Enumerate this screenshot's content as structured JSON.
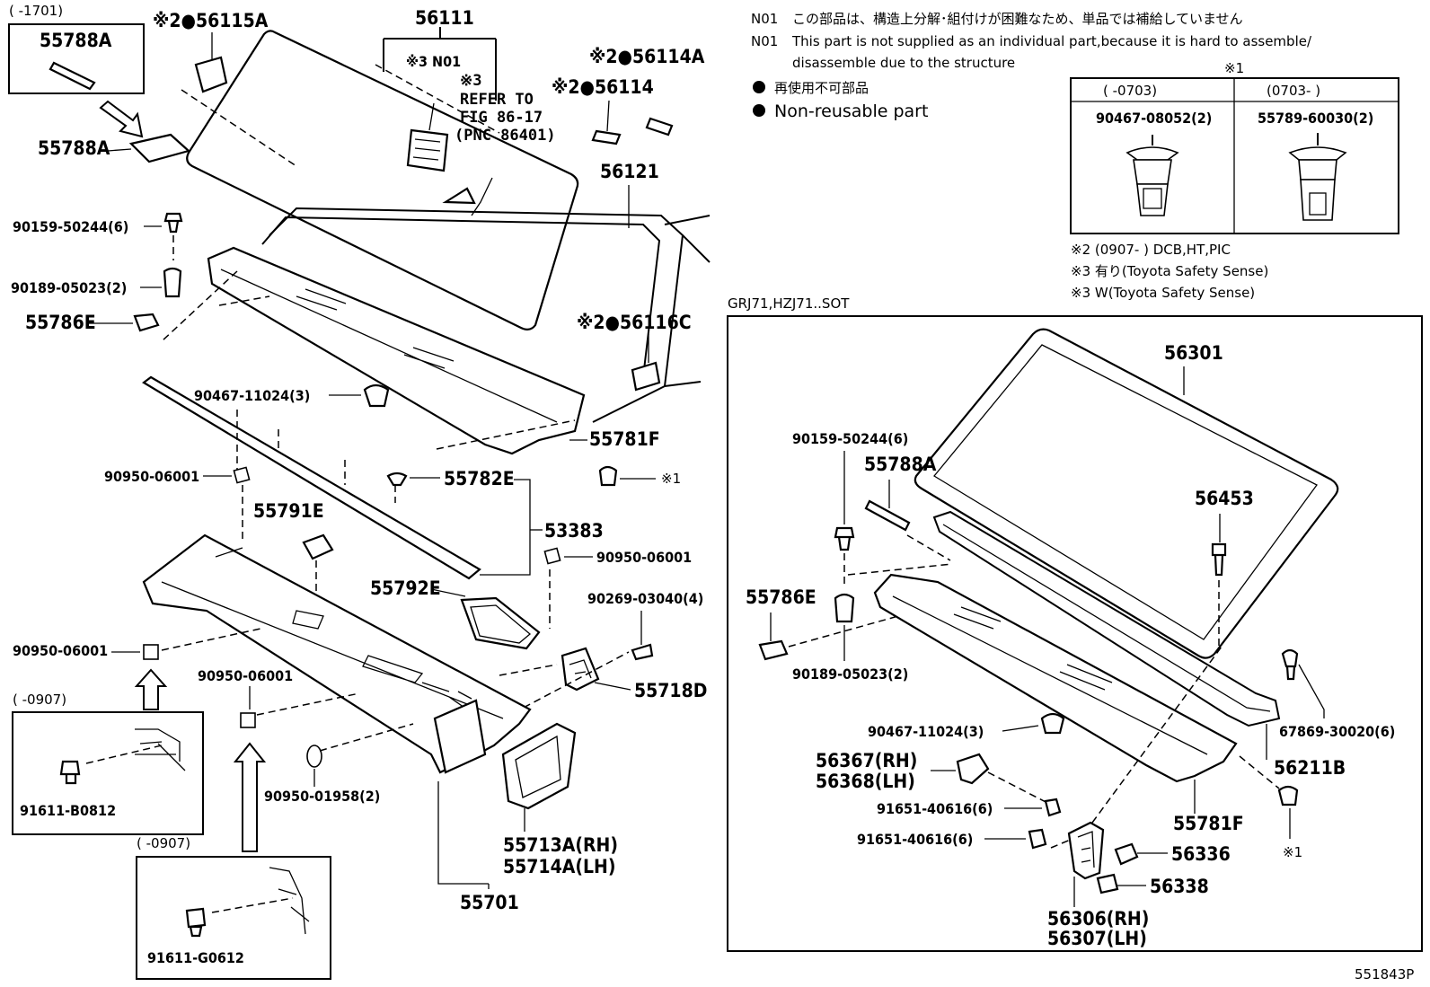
{
  "figure_code": "551843P",
  "notes": {
    "n01_code": "N01",
    "n01_jp": "この部品は、構造上分解･組付けが困難なため、単品では補給していません",
    "n01_en_1": "This part is not supplied as an individual part,because it is hard to assemble/",
    "n01_en_2": "disassemble due to the structure",
    "nonreusable_jp": "再使用不可部品",
    "nonreusable_en": "Non-reusable part",
    "note2": "※2 (0907-      ) DCB,HT,PIC",
    "note3a": "※3 有り(Toyota Safety Sense)",
    "note3b": "※3 W(Toyota Safety Sense)"
  },
  "table_ref1": {
    "title": "※1",
    "col1_header": "(      -0703)",
    "col2_header": "(0703-      )",
    "col1_part": "90467-08052(2)",
    "col2_part": "55789-60030(2)"
  },
  "main_labels": {
    "range_1701": "(      -1701)",
    "p55788A_box": "55788A",
    "p56115A": "※2●56115A",
    "p56111": "56111",
    "pN01": "※3 N01",
    "refer_1": "※3",
    "refer_2": "REFER TO",
    "refer_3": "FIG 86-17",
    "refer_4": "(PNC 86401)",
    "p56114A": "※2●56114A",
    "p56114": "※2●56114",
    "p55788A": "55788A",
    "p56121": "56121",
    "p90159": "90159-50244(6)",
    "p90189": "90189-05023(2)",
    "p55786E": "55786E",
    "p56116C": "※2●56116C",
    "p90467_11024": "90467-11024(3)",
    "p55781F": "55781F",
    "mark1": "※1",
    "p90950_a": "90950-06001",
    "p55782E": "55782E",
    "p55791E": "55791E",
    "p53383": "53383",
    "p90950_b": "90950-06001",
    "p55792E": "55792E",
    "p90269": "90269-03040(4)",
    "p90950_c": "90950-06001",
    "p55718D": "55718D",
    "range_0907a": "(      -0907)",
    "p90950_d": "90950-06001",
    "p91611_B": "91611-B0812",
    "range_0907b": "(      -0907)",
    "p90950_01958": "90950-01958(2)",
    "p55713A": "55713A(RH)",
    "p55714A": "55714A(LH)",
    "p55701": "55701",
    "p91611_G": "91611-G0612"
  },
  "inset": {
    "title": "GRJ71,HZJ71..SOT",
    "p56301": "56301",
    "p90159": "90159-50244(6)",
    "p55788A": "55788A",
    "p56453": "56453",
    "p55786E": "55786E",
    "p90189": "90189-05023(2)",
    "p90467": "90467-11024(3)",
    "p67869": "67869-30020(6)",
    "p56367": "56367(RH)",
    "p56368": "56368(LH)",
    "p56211B": "56211B",
    "p91651_a": "91651-40616(6)",
    "p55781F": "55781F",
    "p91651_b": "91651-40616(6)",
    "p56336": "56336",
    "mark1": "※1",
    "p56338": "56338",
    "p56306": "56306(RH)",
    "p56307": "56307(LH)"
  }
}
